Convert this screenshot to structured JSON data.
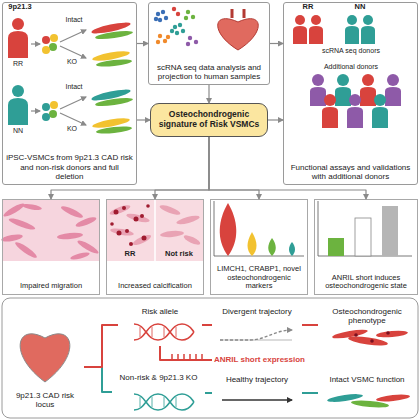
{
  "diagram": {
    "nodes": [
      {
        "text": [
          "iPSC-VSMCs from 9p21.3 CAD risk and non-risk donors and full deletion"
        ]
      },
      {
        "text": [
          "scRNA seq data analysis and projection to human samples"
        ]
      },
      {
        "text": [
          "Functional assays and validations with additional donors"
        ]
      },
      {
        "text": [
          "Osteochondrogenic signature of Risk VSMCs"
        ]
      },
      {
        "text": [
          "Impaired migration"
        ]
      },
      {
        "text": [
          "Increased calcification"
        ]
      },
      {
        "text": [
          "LIMCH1, CRABP1, novel osteochondrogenic markers"
        ]
      },
      {
        "text": [
          "ANRIL short induces osteochondrogenic state"
        ]
      },
      {
        "text": [
          "9p21.3 CAD risk locus"
        ]
      },
      {
        "text": [
          "Risk allele"
        ]
      },
      {
        "text": [
          "Divergent trajectory"
        ]
      },
      {
        "text": [
          "Osteochondrogenic phenotype"
        ]
      },
      {
        "text": [
          "ANRIL short expression"
        ]
      },
      {
        "text": [
          "Non-risk & 9p21.3 KO"
        ]
      },
      {
        "text": [
          "Healthy trajectory"
        ]
      },
      {
        "text": [
          "Intact VSMC function"
        ]
      }
    ],
    "edges": [
      {
        "from": 0,
        "to": 1,
        "arrow": "to"
      },
      {
        "from": 0,
        "to": 3,
        "arrow": "to"
      },
      {
        "from": 1,
        "to": 2,
        "arrow": "to"
      },
      {
        "from": 1,
        "to": 3,
        "arrow": "to"
      },
      {
        "from": 3,
        "to": 2,
        "arrow": "to"
      },
      {
        "from": 3,
        "to": 4,
        "arrow": "to"
      },
      {
        "from": 3,
        "to": 5,
        "arrow": "to"
      },
      {
        "from": 3,
        "to": 6,
        "arrow": "to"
      },
      {
        "from": 3,
        "to": 7,
        "arrow": "to"
      },
      {
        "from": 8,
        "to": 9,
        "arrow": "none"
      },
      {
        "from": 9,
        "to": 10,
        "arrow": "none"
      },
      {
        "from": 10,
        "to": 11,
        "arrow": "none"
      },
      {
        "from": 9,
        "to": 12,
        "arrow": "none"
      },
      {
        "from": 8,
        "to": 13,
        "arrow": "none"
      },
      {
        "from": 13,
        "to": 14,
        "arrow": "none"
      },
      {
        "from": 14,
        "to": 15,
        "arrow": "none"
      }
    ],
    "labels": [
      "9p21.3",
      "RR",
      "Intact",
      "KO",
      "NN",
      "Intact",
      "KO",
      "RR",
      "NN",
      "scRNA seq donors",
      "Additional donors",
      "RR",
      "Not risk"
    ]
  }
}
